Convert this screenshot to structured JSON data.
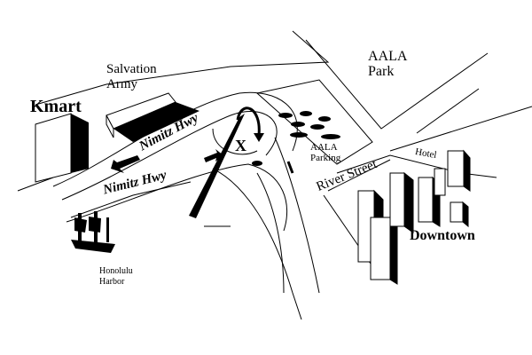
{
  "labels": {
    "kmart": "Kmart",
    "salvation_army": "Salvation Army",
    "aala_park": "AALA Park",
    "nimitz_upper": "Nimitz Hwy",
    "nimitz_lower": "Nimitz Hwy",
    "marker": "X",
    "aala_parking": "AALA Parking",
    "river_street": "River Street",
    "hotel": "Hotel",
    "downtown": "Downtown",
    "honolulu_harbor": "Honolulu Harbor"
  },
  "colors": {
    "ink": "#000000",
    "paper": "#ffffff"
  }
}
